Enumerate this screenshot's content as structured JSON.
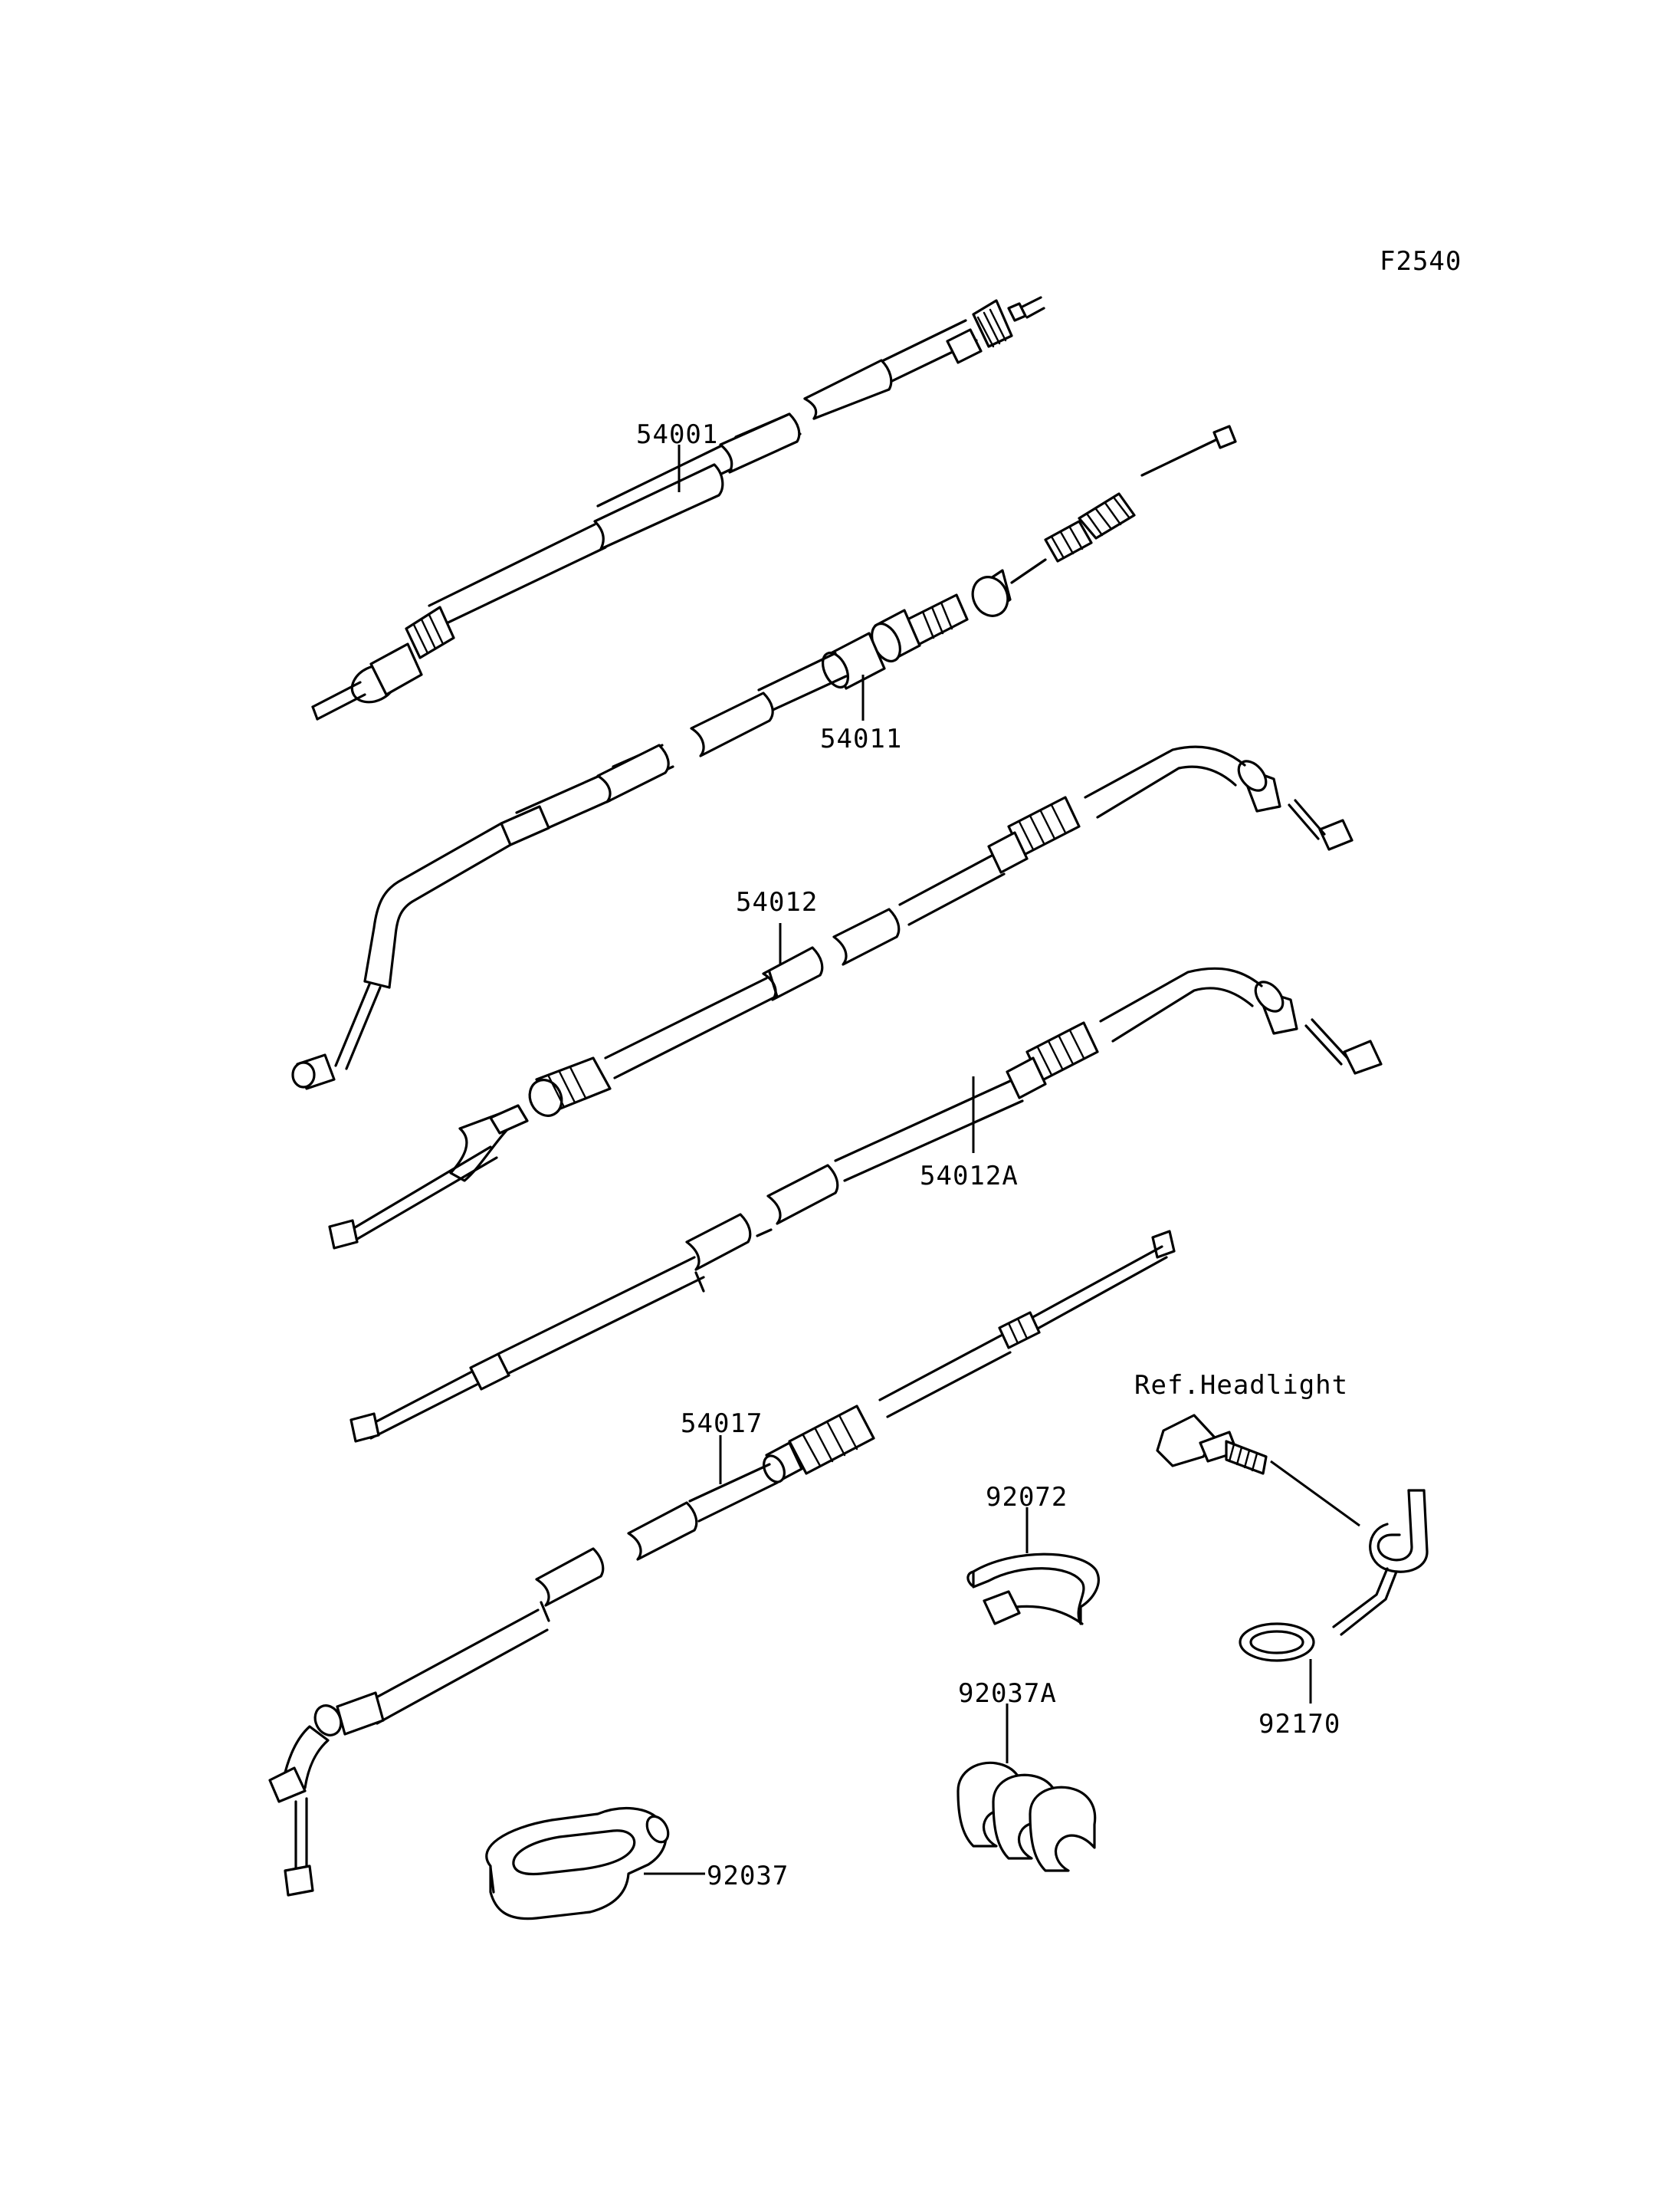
{
  "figure_code": "F2540",
  "parts": {
    "speedometer_cable": "54001",
    "clutch_cable": "54011",
    "throttle_cable_accel": "54012",
    "throttle_cable_decel": "54012A",
    "choke_cable": "54017",
    "band": "92072",
    "holder_a": "92037A",
    "holder": "92037",
    "bracket": "92170",
    "ref_note": "Ref.Headlight"
  }
}
